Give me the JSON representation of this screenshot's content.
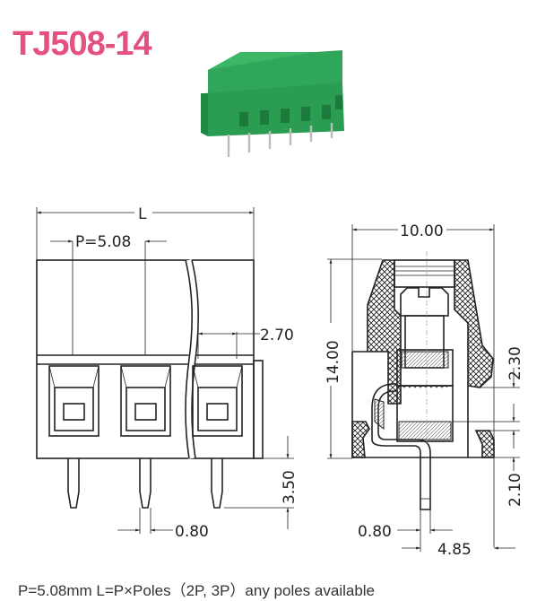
{
  "title": "TJ508-14",
  "colors": {
    "title": "#e5507e",
    "product": "#2da44e",
    "line": "#222222"
  },
  "product_photo": {
    "alt": "green terminal block, 6 poles",
    "poles": 6
  },
  "front_view": {
    "dim_length": "L",
    "dim_pitch": "P=5.08",
    "dim_offset": "2.70",
    "dim_pin_length": "3.50",
    "dim_pin_width": "0.80"
  },
  "side_view": {
    "dim_width": "10.00",
    "dim_height": "14.00",
    "dim_a": "2.30",
    "dim_b": "2.10",
    "dim_pin_width": "0.80",
    "dim_pin_offset": "4.85"
  },
  "footer": "P=5.08mm  L=P×Poles（2P, 3P）any poles available"
}
